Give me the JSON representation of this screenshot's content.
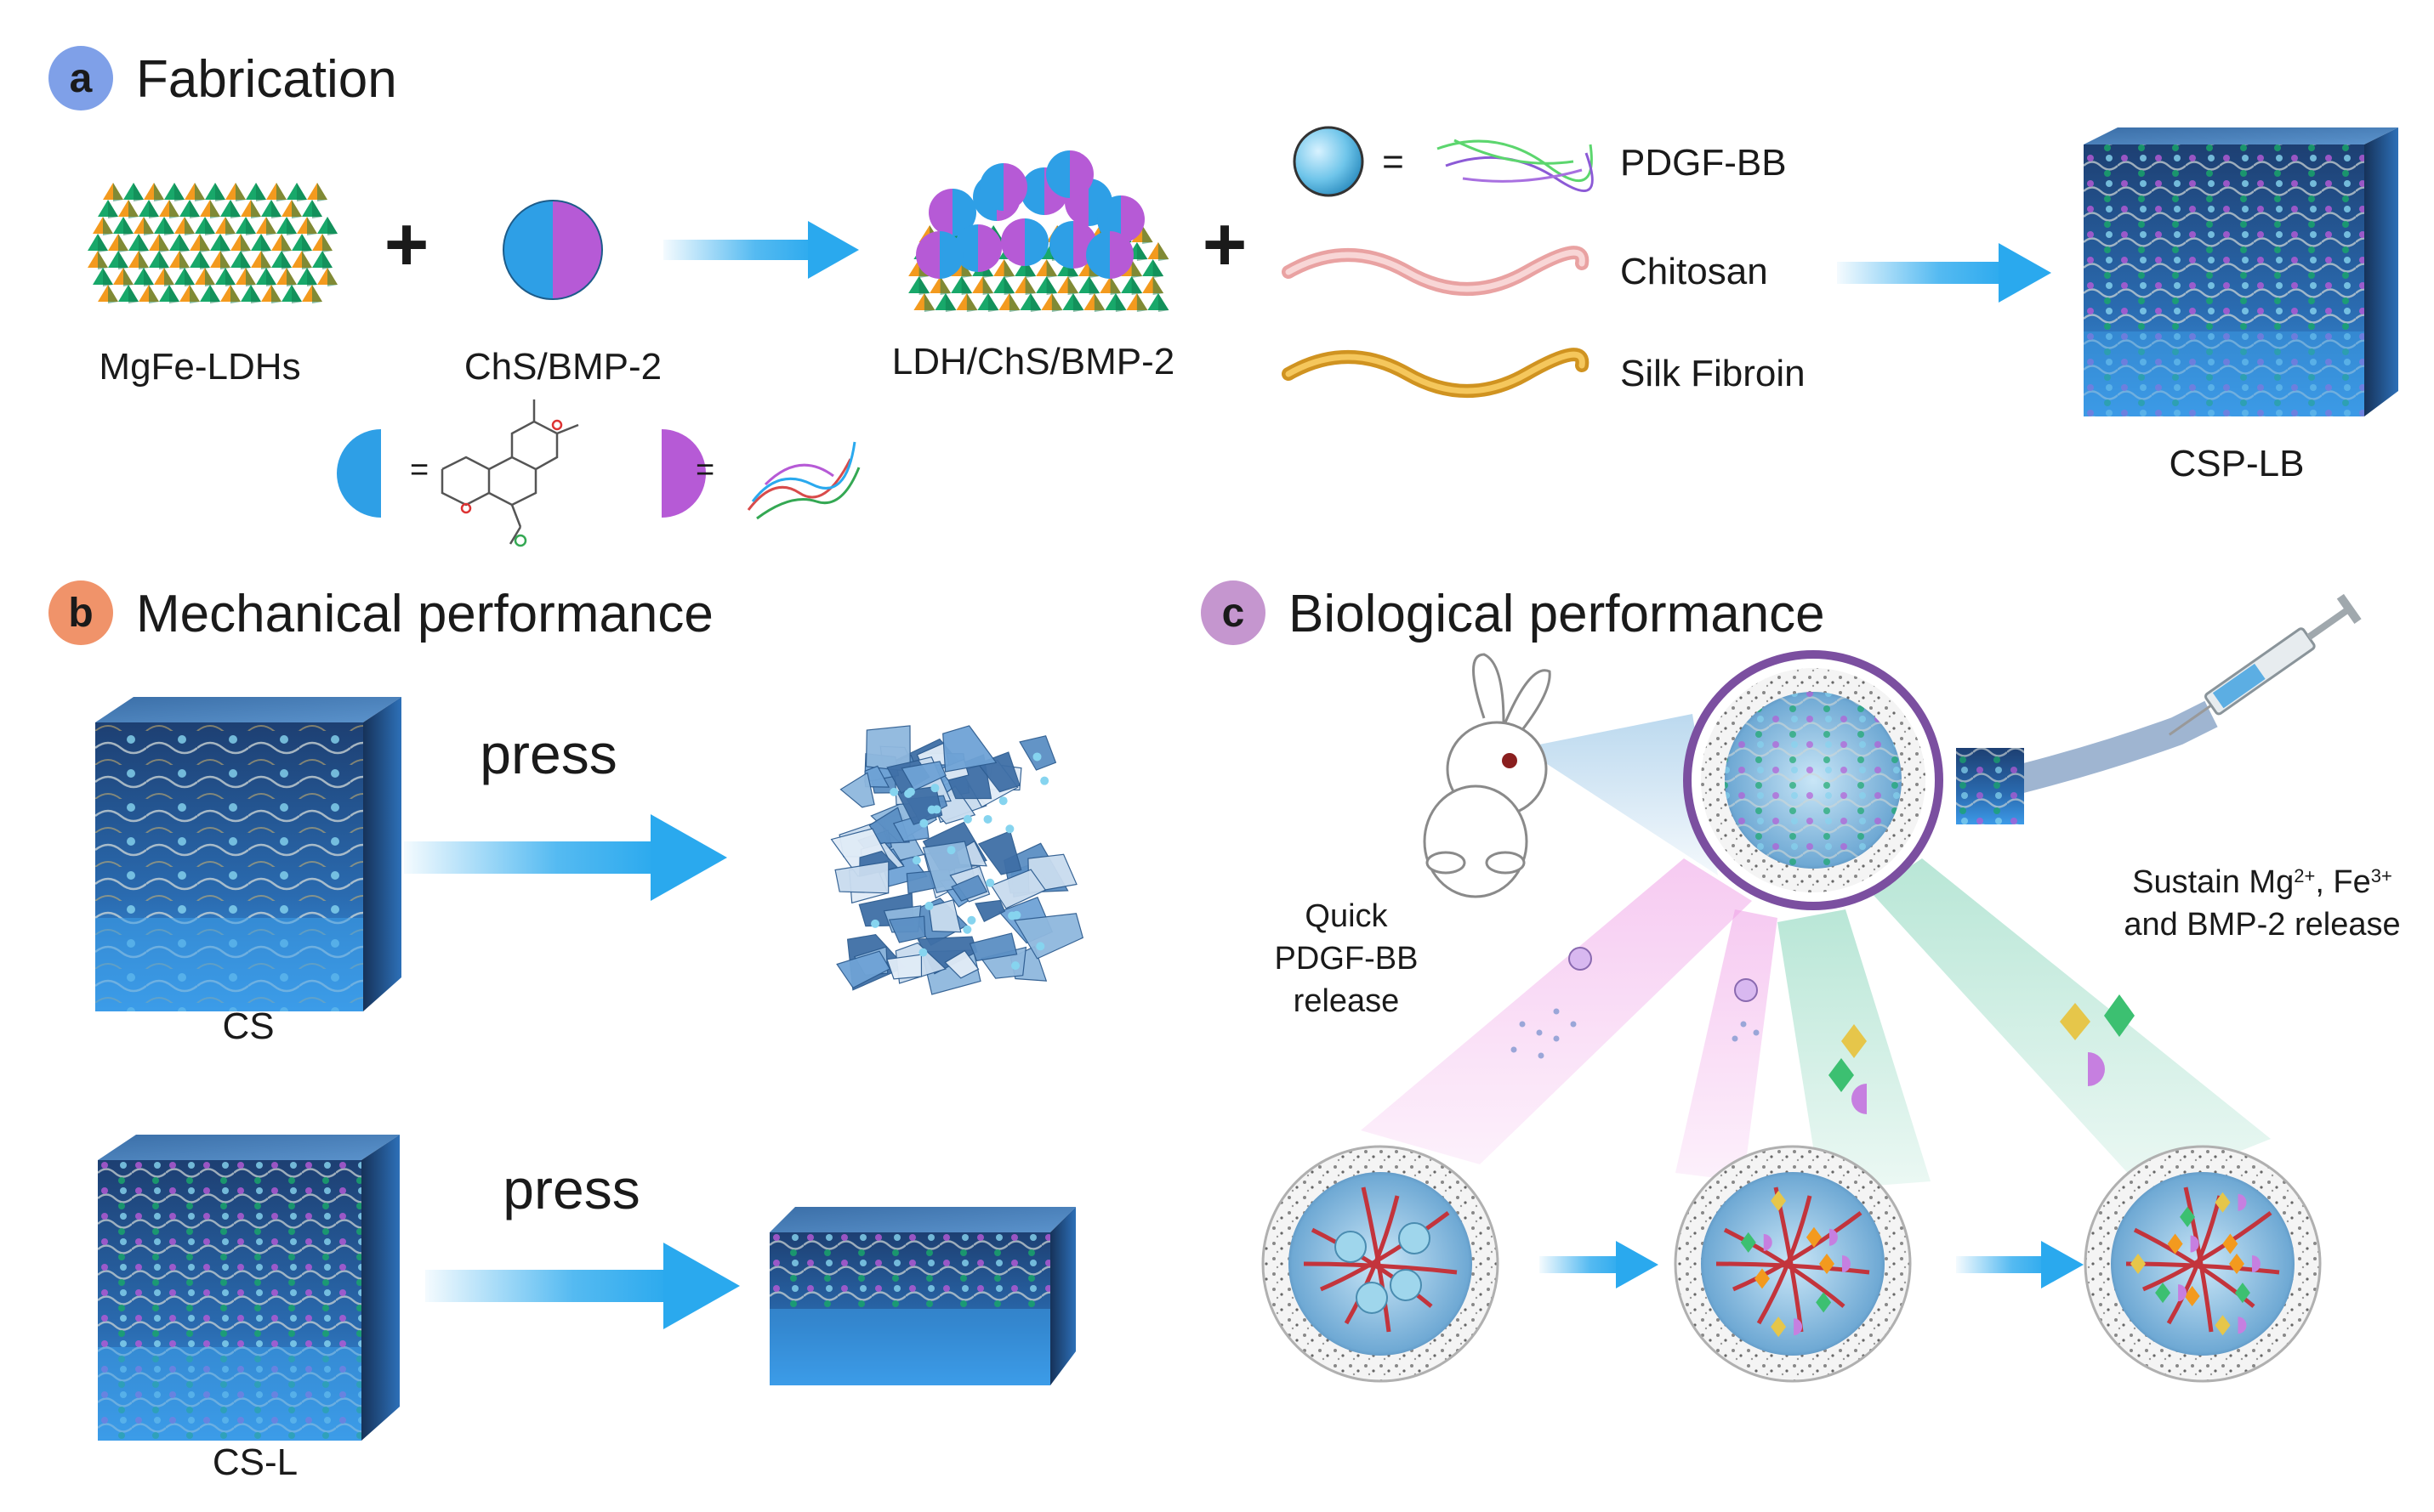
{
  "panels": {
    "a": {
      "badge": "a",
      "title": "Fabrication",
      "badge_color": "#7fa0e8"
    },
    "b": {
      "badge": "b",
      "title": "Mechanical performance",
      "badge_color": "#f0936a"
    },
    "c": {
      "badge": "c",
      "title": "Biological performance",
      "badge_color": "#c596cf"
    }
  },
  "fabrication": {
    "ldh_label": "MgFe-LDHs",
    "chs_label": "ChS/BMP-2",
    "composite_label": "LDH/ChS/BMP-2",
    "plus": "+",
    "equals": "=",
    "legend": [
      "PDGF-BB",
      "Chitosan",
      "Silk Fibroin"
    ],
    "product_label": "CSP-LB"
  },
  "mechanical": {
    "action": "press",
    "row1_label": "CS",
    "row2_label": "CS-L"
  },
  "biological": {
    "left_note": [
      "Quick",
      "PDGF-BB",
      "release"
    ],
    "right_note_l1_a": "Sustain Mg",
    "right_note_l1_sup1": "2+",
    "right_note_l1_b": ", Fe",
    "right_note_l1_sup2": "3+",
    "right_note_l2": "and BMP-2 release"
  },
  "colors": {
    "arrow": "#2aa9ee",
    "chitosan": "#f2b8b8",
    "silk": "#eab03c",
    "cube": "#1f5fa0",
    "chs_blue": "#2e9fe6",
    "chs_purple": "#b65ad6",
    "ldh_green": "#18a86a",
    "ldh_orange": "#f39a1e"
  }
}
